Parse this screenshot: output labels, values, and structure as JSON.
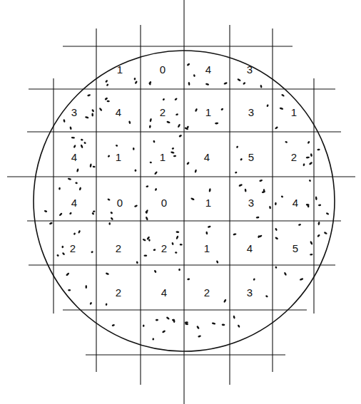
{
  "diagram": {
    "labels": [
      "1",
      "0",
      "4",
      "3",
      "3",
      "4",
      "2",
      "1",
      "3",
      "1",
      "4",
      "1",
      "1",
      "4",
      "5",
      "2",
      "4",
      "0",
      "0",
      "1",
      "3",
      "4",
      "2",
      "2",
      "2",
      "1",
      "4",
      "5",
      "2",
      "4",
      "2",
      "3"
    ]
  }
}
